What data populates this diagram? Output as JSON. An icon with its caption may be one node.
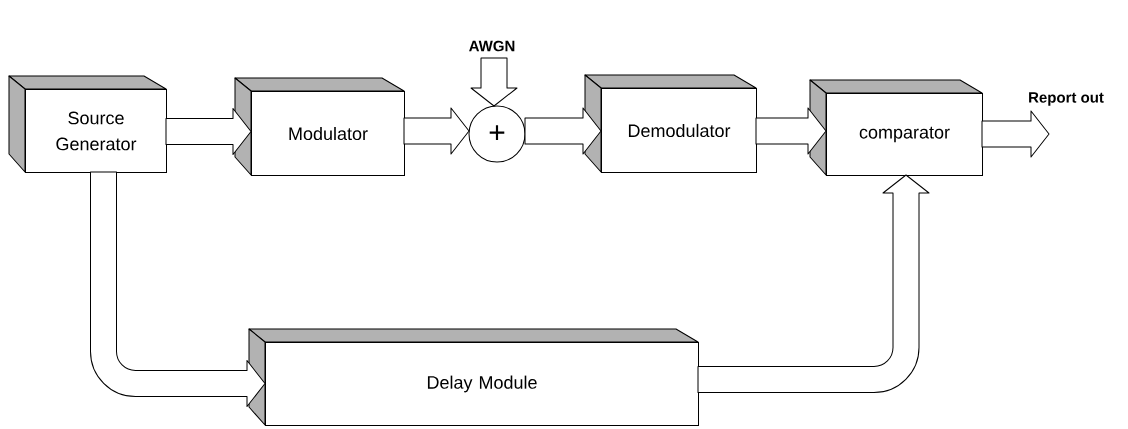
{
  "diagram": {
    "nodes": [
      {
        "text": [
          "Source Generator"
        ]
      },
      {
        "text": [
          "Modulator"
        ]
      },
      {
        "text": [
          "AWGN"
        ]
      },
      {
        "text": [
          "+"
        ]
      },
      {
        "text": [
          "Demodulator"
        ]
      },
      {
        "text": [
          "comparator"
        ]
      },
      {
        "text": [
          "Delay Module"
        ]
      }
    ],
    "edges": [
      {
        "from": 0,
        "to": 1,
        "arrow": "to"
      },
      {
        "from": 1,
        "to": 3,
        "arrow": "to"
      },
      {
        "from": 2,
        "to": 3,
        "arrow": "to"
      },
      {
        "from": 3,
        "to": 4,
        "arrow": "to"
      },
      {
        "from": 4,
        "to": 5,
        "arrow": "to"
      },
      {
        "from": 5,
        "to": null,
        "arrow": "to",
        "label": "Report out"
      },
      {
        "from": 0,
        "to": 6,
        "arrow": "to"
      },
      {
        "from": 6,
        "to": 5,
        "arrow": "to"
      }
    ]
  }
}
